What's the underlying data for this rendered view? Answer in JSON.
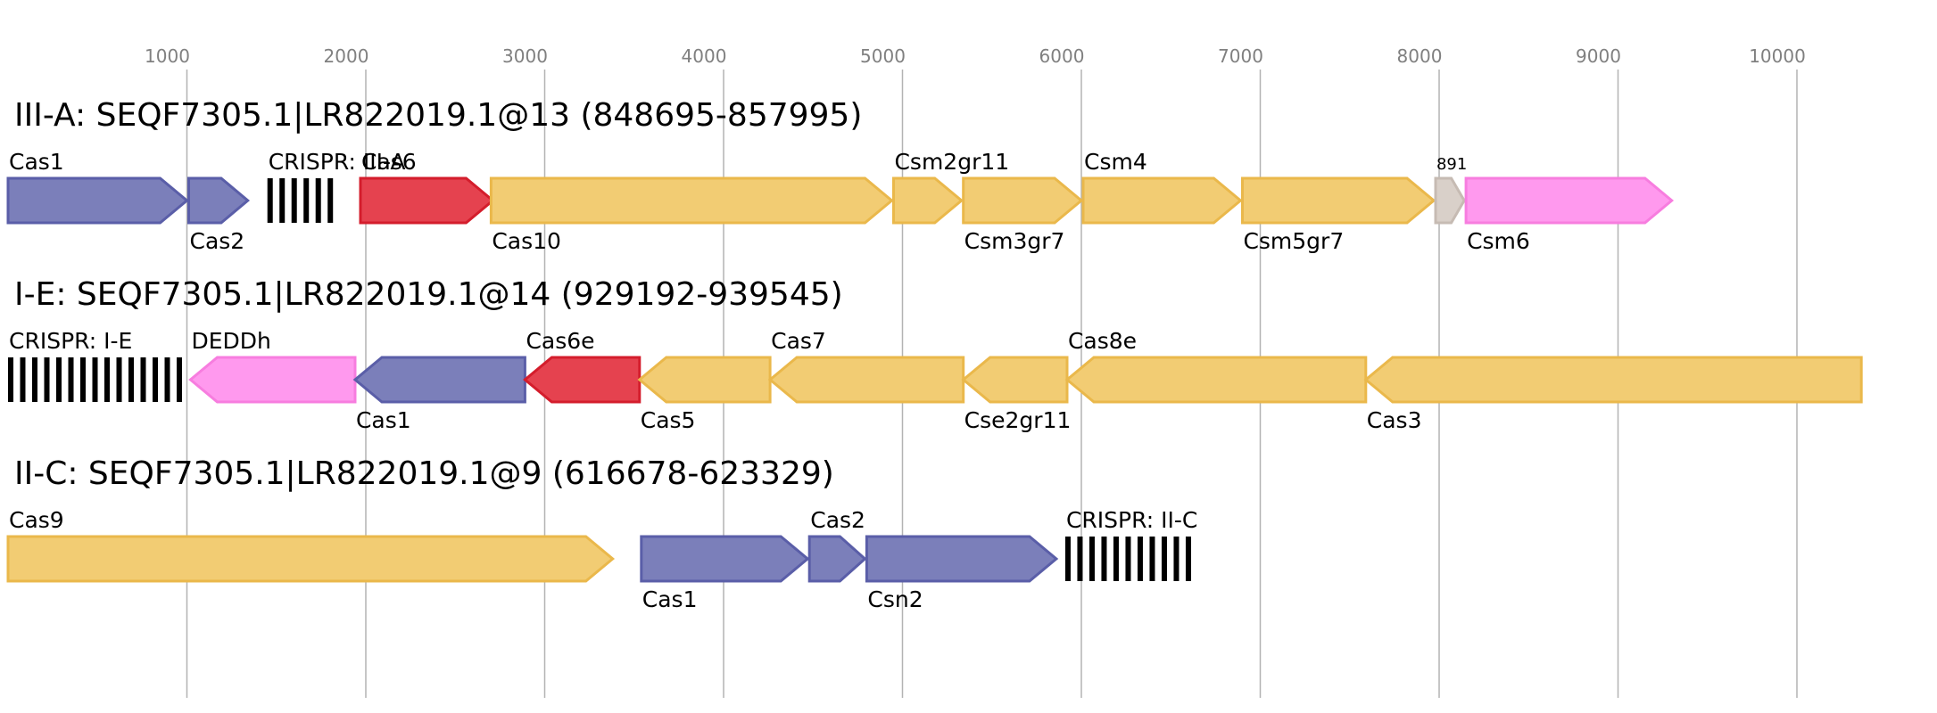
{
  "axis": {
    "ticks": [
      {
        "value": 1000,
        "label": "1000"
      },
      {
        "value": 2000,
        "label": "2000"
      },
      {
        "value": 3000,
        "label": "3000"
      },
      {
        "value": 4000,
        "label": "4000"
      },
      {
        "value": 5000,
        "label": "5000"
      },
      {
        "value": 6000,
        "label": "6000"
      },
      {
        "value": 7000,
        "label": "7000"
      },
      {
        "value": 8000,
        "label": "8000"
      },
      {
        "value": 9000,
        "label": "9000"
      },
      {
        "value": 10000,
        "label": "10000"
      }
    ]
  },
  "colors": {
    "blue": {
      "fill": "#7b7fba",
      "stroke": "#5a5ea8"
    },
    "red": {
      "fill": "#e5424f",
      "stroke": "#d41d2c"
    },
    "yellow": {
      "fill": "#f2cc73",
      "stroke": "#eab84b"
    },
    "pink": {
      "fill": "#ff99ee",
      "stroke": "#f77ddf"
    },
    "grey": {
      "fill": "#d9d0c9",
      "stroke": "#c6bbb3"
    },
    "crispr": "#000000",
    "grid": "#b3b3b3"
  },
  "chart_data": {
    "type": "gene-map",
    "tracks": [
      {
        "title": "III-A: SEQF7305.1|LR822019.1@13 (848695-857995)",
        "features": [
          {
            "kind": "gene",
            "start": 0,
            "end": 1000,
            "strand": "+",
            "color": "blue",
            "label": "Cas1",
            "label_pos": "above"
          },
          {
            "kind": "gene",
            "start": 1010,
            "end": 1340,
            "strand": "+",
            "color": "blue",
            "label": "Cas2",
            "label_pos": "below"
          },
          {
            "kind": "crispr",
            "start": 1450,
            "end": 1860,
            "label": "CRISPR: III-A",
            "label_pos": "above"
          },
          {
            "kind": "gene",
            "start": 1970,
            "end": 2710,
            "strand": "+",
            "color": "red",
            "label": "Cas6",
            "label_pos": "above"
          },
          {
            "kind": "gene",
            "start": 2700,
            "end": 4940,
            "strand": "+",
            "color": "yellow",
            "label": "Cas10",
            "label_pos": "below"
          },
          {
            "kind": "gene",
            "start": 4950,
            "end": 5330,
            "strand": "+",
            "color": "yellow",
            "label": "Csm2gr11",
            "label_pos": "above"
          },
          {
            "kind": "gene",
            "start": 5340,
            "end": 6000,
            "strand": "+",
            "color": "yellow",
            "label": "Csm3gr7",
            "label_pos": "below"
          },
          {
            "kind": "gene",
            "start": 6010,
            "end": 6890,
            "strand": "+",
            "color": "yellow",
            "label": "Csm4",
            "label_pos": "above"
          },
          {
            "kind": "gene",
            "start": 6900,
            "end": 7970,
            "strand": "+",
            "color": "yellow",
            "label": "Csm5gr7",
            "label_pos": "below"
          },
          {
            "kind": "gene",
            "start": 7980,
            "end": 8140,
            "strand": "+",
            "color": "grey",
            "label": "891",
            "label_pos": "above",
            "small": true
          },
          {
            "kind": "gene",
            "start": 8150,
            "end": 9300,
            "strand": "+",
            "color": "pink",
            "label": "Csm6",
            "label_pos": "below"
          }
        ]
      },
      {
        "title": "I-E: SEQF7305.1|LR822019.1@14 (929192-939545)",
        "features": [
          {
            "kind": "crispr",
            "start": 0,
            "end": 1010,
            "label": "CRISPR: I-E",
            "label_pos": "above"
          },
          {
            "kind": "gene",
            "start": 1020,
            "end": 1940,
            "strand": "-",
            "color": "pink",
            "label": "DEDDh",
            "label_pos": "above"
          },
          {
            "kind": "gene",
            "start": 1940,
            "end": 2890,
            "strand": "-",
            "color": "blue",
            "label": "Cas1",
            "label_pos": "below"
          },
          {
            "kind": "gene",
            "start": 2890,
            "end": 3530,
            "strand": "-",
            "color": "red",
            "label": "Cas6e",
            "label_pos": "above"
          },
          {
            "kind": "gene",
            "start": 3530,
            "end": 4260,
            "strand": "-",
            "color": "yellow",
            "label": "Cas5",
            "label_pos": "below"
          },
          {
            "kind": "gene",
            "start": 4260,
            "end": 5340,
            "strand": "-",
            "color": "yellow",
            "label": "Cas7",
            "label_pos": "above"
          },
          {
            "kind": "gene",
            "start": 5340,
            "end": 5920,
            "strand": "-",
            "color": "yellow",
            "label": "Cse2gr11",
            "label_pos": "below"
          },
          {
            "kind": "gene",
            "start": 5920,
            "end": 7590,
            "strand": "-",
            "color": "yellow",
            "label": "Cas8e",
            "label_pos": "above"
          },
          {
            "kind": "gene",
            "start": 7590,
            "end": 10360,
            "strand": "-",
            "color": "yellow",
            "label": "Cas3",
            "label_pos": "below"
          }
        ]
      },
      {
        "title": "II-C: SEQF7305.1|LR822019.1@9 (616678-623329)",
        "features": [
          {
            "kind": "gene",
            "start": 0,
            "end": 3380,
            "strand": "+",
            "color": "yellow",
            "label": "Cas9",
            "label_pos": "above"
          },
          {
            "kind": "gene",
            "start": 3540,
            "end": 4470,
            "strand": "+",
            "color": "blue",
            "label": "Cas1",
            "label_pos": "below"
          },
          {
            "kind": "gene",
            "start": 4480,
            "end": 4790,
            "strand": "+",
            "color": "blue",
            "label": "Cas2",
            "label_pos": "above"
          },
          {
            "kind": "gene",
            "start": 4800,
            "end": 5860,
            "strand": "+",
            "color": "blue",
            "label": "Csn2",
            "label_pos": "below"
          },
          {
            "kind": "crispr",
            "start": 5910,
            "end": 6670,
            "label": "CRISPR: II-C",
            "label_pos": "above"
          }
        ]
      }
    ]
  }
}
